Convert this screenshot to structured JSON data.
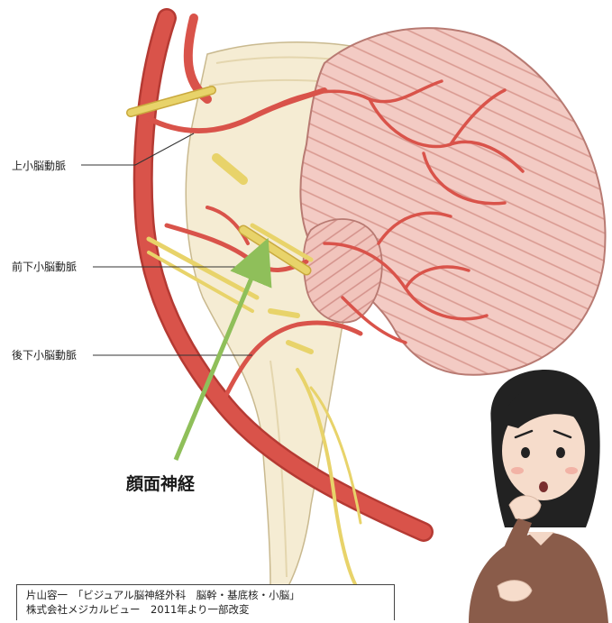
{
  "labels": {
    "superior_cerebellar_artery": "上小脳動脈",
    "anterior_inferior_cerebellar_artery": "前下小脳動脈",
    "posterior_inferior_cerebellar_artery": "後下小脳動脈",
    "facial_nerve": "顔面神経"
  },
  "citation": {
    "line1": "片山容一　「ビジュアル脳神経外科　脳幹・基底核・小脳」",
    "line2": "株式会社メジカルビュー　2011年より一部改変"
  },
  "colors": {
    "artery": "#d9534a",
    "artery_dark": "#b53a33",
    "nerve": "#e8d36a",
    "brainstem": "#f5ecd3",
    "cerebellum": "#f3cbc4",
    "cerebellum_lines": "#c98c84",
    "pointer_arrow": "#8fbf5a"
  },
  "icons": [
    "worried-woman-illustration"
  ]
}
